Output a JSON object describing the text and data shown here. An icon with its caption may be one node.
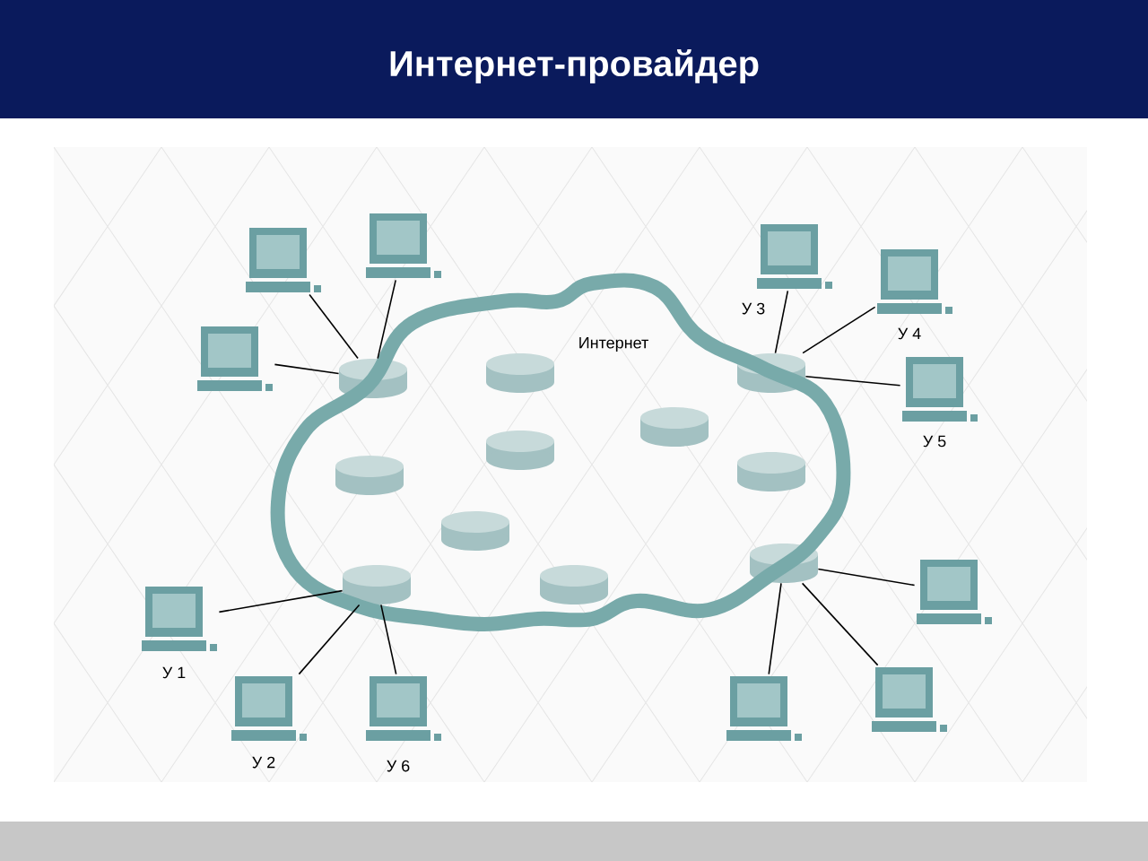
{
  "diagram": {
    "title": "Интернет-провайдер",
    "nodes": [
      {
        "text": [
          "Интернет"
        ]
      },
      {
        "text": [],
        "shape": "cylinder",
        "in": 0
      },
      {
        "text": [],
        "shape": "cylinder",
        "in": 0
      },
      {
        "text": [],
        "shape": "cylinder",
        "in": 0
      },
      {
        "text": [],
        "shape": "cylinder",
        "in": 0
      },
      {
        "text": [],
        "shape": "cylinder",
        "in": 0
      },
      {
        "text": [],
        "shape": "cylinder",
        "in": 0
      },
      {
        "text": [],
        "shape": "cylinder",
        "in": 0
      },
      {
        "text": [],
        "shape": "cylinder",
        "in": 0
      },
      {
        "text": [],
        "shape": "cylinder",
        "in": 0
      },
      {
        "text": [],
        "shape": "cylinder",
        "in": 0
      },
      {
        "text": [],
        "shape": "cylinder",
        "in": 0
      },
      {
        "text": [],
        "shape": "picture"
      },
      {
        "text": [],
        "shape": "picture"
      },
      {
        "text": [],
        "shape": "picture"
      },
      {
        "text": [],
        "shape": "picture",
        "beside": [
          "У 3"
        ]
      },
      {
        "text": [],
        "shape": "picture",
        "beside": [
          "У 4"
        ]
      },
      {
        "text": [],
        "shape": "picture",
        "beside": [
          "У 5"
        ]
      },
      {
        "text": [],
        "shape": "picture",
        "beside": [
          "У 1"
        ]
      },
      {
        "text": [],
        "shape": "picture",
        "beside": [
          "У 2"
        ]
      },
      {
        "text": [],
        "shape": "picture",
        "beside": [
          "У 6"
        ]
      },
      {
        "text": [],
        "shape": "picture"
      },
      {
        "text": [],
        "shape": "picture"
      },
      {
        "text": [],
        "shape": "picture"
      }
    ],
    "edges": [
      {
        "from": 1,
        "to": 12,
        "arrow": "none"
      },
      {
        "from": 1,
        "to": 13,
        "arrow": "none"
      },
      {
        "from": 1,
        "to": 14,
        "arrow": "none"
      },
      {
        "from": 3,
        "to": 15,
        "arrow": "none"
      },
      {
        "from": 3,
        "to": 16,
        "arrow": "none"
      },
      {
        "from": 3,
        "to": 17,
        "arrow": "none"
      },
      {
        "from": 9,
        "to": 18,
        "arrow": "none"
      },
      {
        "from": 9,
        "to": 19,
        "arrow": "none"
      },
      {
        "from": 9,
        "to": 20,
        "arrow": "none"
      },
      {
        "from": 11,
        "to": 21,
        "arrow": "none"
      },
      {
        "from": 11,
        "to": 22,
        "arrow": "none"
      },
      {
        "from": 11,
        "to": 23,
        "arrow": "none"
      }
    ]
  }
}
